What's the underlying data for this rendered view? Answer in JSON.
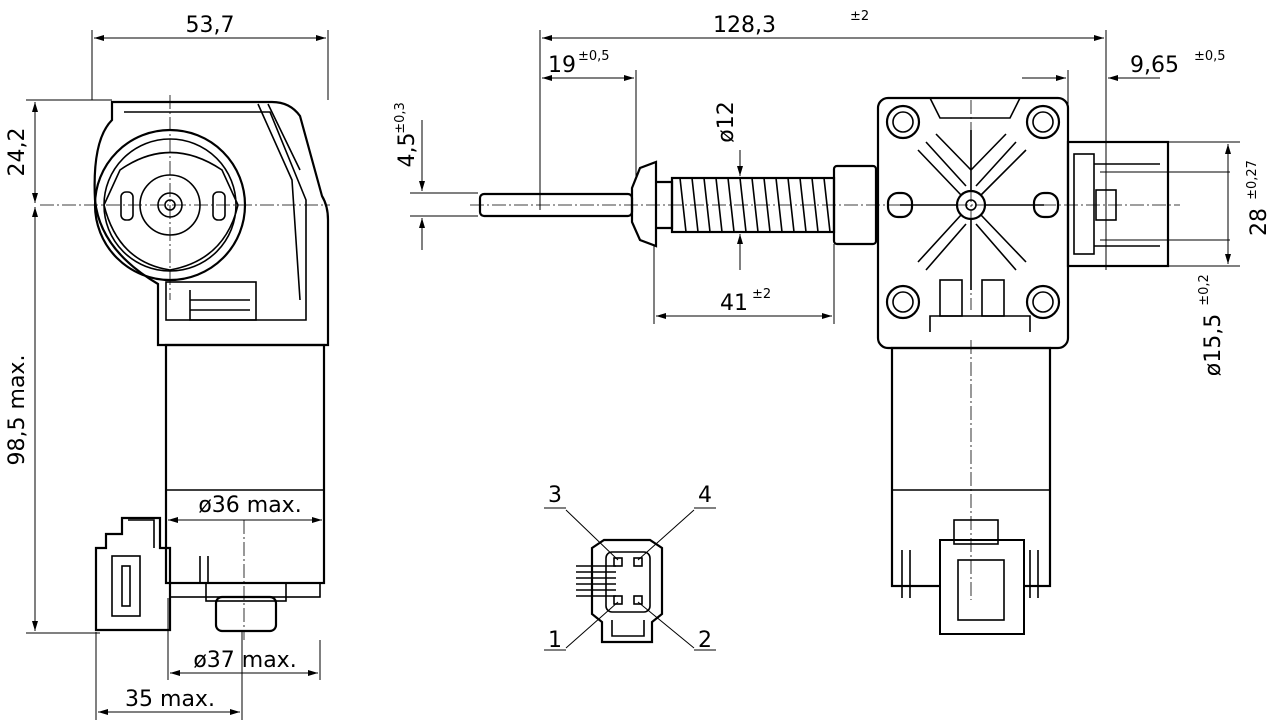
{
  "dimensions": {
    "width_53_7": "53,7",
    "height_24_2": "24,2",
    "height_98_5": "98,5 max.",
    "dia_36": "ø36 max.",
    "dia_37": "ø37 max.",
    "width_35": "35 max.",
    "length_128_3": "128,3",
    "length_128_3_tol": "±2",
    "len_19": "19",
    "len_19_tol": "±0,5",
    "dia_12": "ø12",
    "len_4_5": "4,5",
    "len_4_5_tol": "±0,3",
    "len_41": "41",
    "len_41_tol": "±2",
    "len_9_65": "9,65",
    "len_9_65_tol": "±0,5",
    "len_28": "28",
    "len_28_tol": "±0,27",
    "dia_15_5": "ø15,5",
    "dia_15_5_tol": "±0,2"
  },
  "connector_pins": [
    "3",
    "4",
    "1",
    "2"
  ]
}
